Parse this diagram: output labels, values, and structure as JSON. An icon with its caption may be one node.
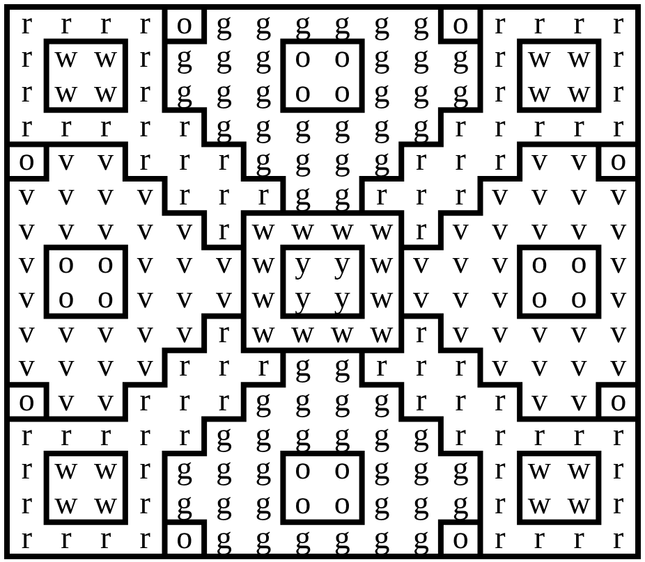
{
  "diagram": {
    "labels": [
      "r",
      "r",
      "r",
      "r",
      "o",
      "g",
      "g",
      "g",
      "g",
      "g",
      "g",
      "o",
      "r",
      "r",
      "r",
      "r",
      "r",
      "w",
      "w",
      "r",
      "g",
      "g",
      "g",
      "o",
      "o",
      "g",
      "g",
      "g",
      "r",
      "w",
      "w",
      "r",
      "r",
      "w",
      "w",
      "r",
      "g",
      "g",
      "g",
      "o",
      "o",
      "g",
      "g",
      "g",
      "r",
      "w",
      "w",
      "r",
      "r",
      "r",
      "r",
      "r",
      "r",
      "g",
      "g",
      "g",
      "g",
      "g",
      "g",
      "r",
      "r",
      "r",
      "r",
      "r",
      "o",
      "v",
      "v",
      "r",
      "r",
      "r",
      "g",
      "g",
      "g",
      "g",
      "r",
      "r",
      "r",
      "v",
      "v",
      "o",
      "v",
      "v",
      "v",
      "v",
      "r",
      "r",
      "r",
      "g",
      "g",
      "r",
      "r",
      "r",
      "v",
      "v",
      "v",
      "v",
      "v",
      "v",
      "v",
      "v",
      "v",
      "r",
      "w",
      "w",
      "w",
      "w",
      "r",
      "v",
      "v",
      "v",
      "v",
      "v",
      "v",
      "o",
      "o",
      "v",
      "v",
      "v",
      "w",
      "y",
      "y",
      "w",
      "v",
      "v",
      "v",
      "o",
      "o",
      "v",
      "v",
      "o",
      "o",
      "v",
      "v",
      "v",
      "w",
      "y",
      "y",
      "w",
      "v",
      "v",
      "v",
      "o",
      "o",
      "v",
      "v",
      "v",
      "v",
      "v",
      "v",
      "r",
      "w",
      "w",
      "w",
      "w",
      "r",
      "v",
      "v",
      "v",
      "v",
      "v",
      "v",
      "v",
      "v",
      "v",
      "r",
      "r",
      "r",
      "g",
      "g",
      "r",
      "r",
      "r",
      "v",
      "v",
      "v",
      "v",
      "o",
      "v",
      "v",
      "r",
      "r",
      "r",
      "g",
      "g",
      "g",
      "g",
      "r",
      "r",
      "r",
      "v",
      "v",
      "o",
      "r",
      "r",
      "r",
      "r",
      "r",
      "g",
      "g",
      "g",
      "g",
      "g",
      "g",
      "r",
      "r",
      "r",
      "r",
      "r",
      "r",
      "w",
      "w",
      "r",
      "g",
      "g",
      "g",
      "o",
      "o",
      "g",
      "g",
      "g",
      "r",
      "w",
      "w",
      "r",
      "r",
      "w",
      "w",
      "r",
      "g",
      "g",
      "g",
      "o",
      "o",
      "g",
      "g",
      "g",
      "r",
      "w",
      "w",
      "r",
      "r",
      "r",
      "r",
      "r",
      "o",
      "g",
      "g",
      "g",
      "g",
      "g",
      "g",
      "o",
      "r",
      "r",
      "r",
      "r"
    ]
  }
}
